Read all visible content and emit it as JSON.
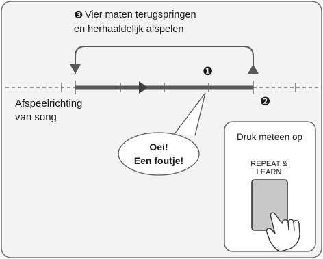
{
  "step3_marker": "❸",
  "step3_line1": "Vier maten terugspringen",
  "step3_line2": "en herhaaldelijk afspelen",
  "step1_marker": "❶",
  "step2_marker": "❷",
  "direction_line1": "Afspeelrichting",
  "direction_line2": "van song",
  "bubble_line1": "Oei!",
  "bubble_line2": "Een foutje!",
  "instruction": "Druk meteen op",
  "button_line1": "REPEAT &",
  "button_line2": "LEARN",
  "colors": {
    "frame": "#6e6e6e",
    "timeline": "#595959",
    "background": "#f3f3f3",
    "button_fill": "#c8c8c8",
    "text": "#1a1a1a"
  },
  "icons": {
    "play": "play-triangle-icon",
    "loop": "loop-back-arrow-icon",
    "hand": "pointing-hand-icon"
  }
}
